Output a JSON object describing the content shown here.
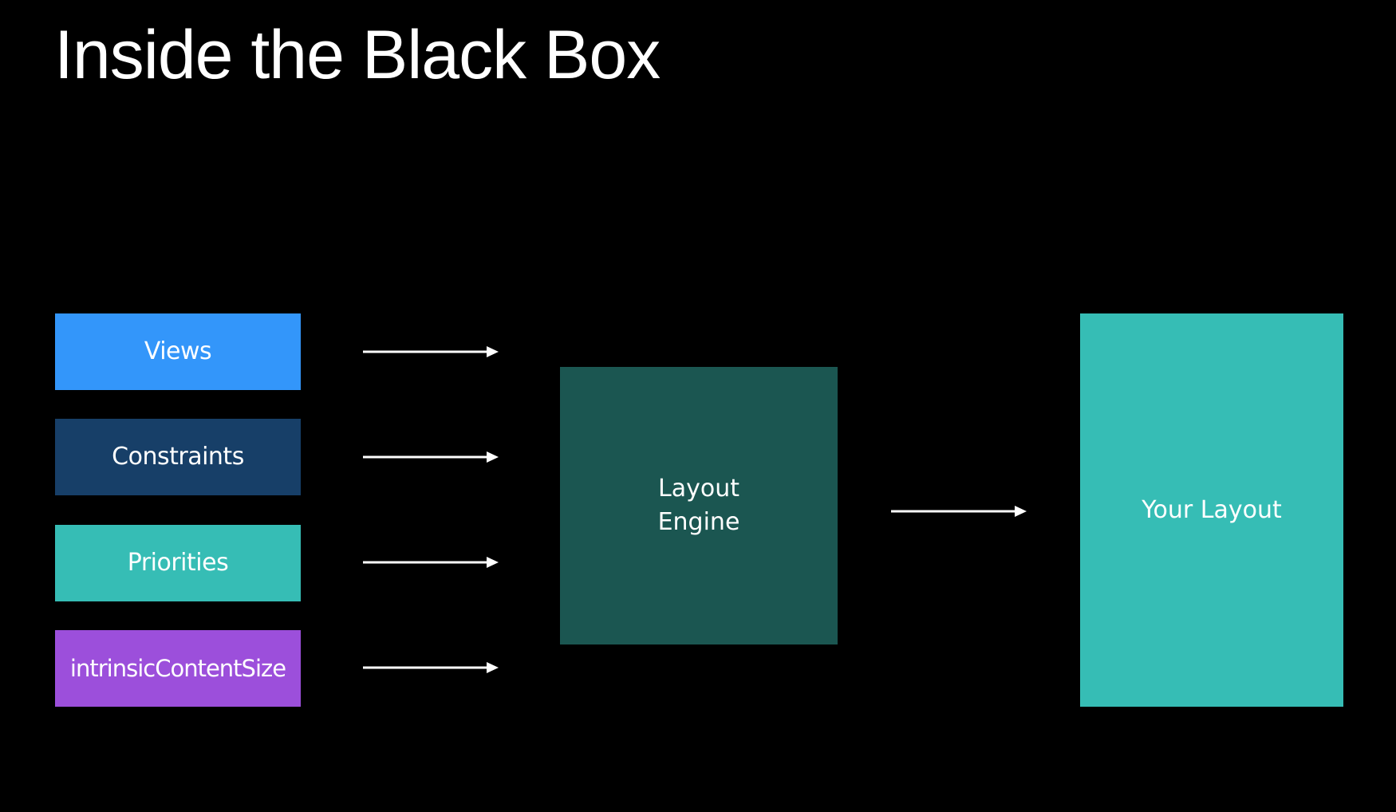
{
  "slide": {
    "title": "Inside the Black Box"
  },
  "inputs": [
    {
      "label": "Views",
      "color": "#3396FA"
    },
    {
      "label": "Constraints",
      "color": "#173F68"
    },
    {
      "label": "Priorities",
      "color": "#36BDB5"
    },
    {
      "label": "intrinsicContentSize",
      "color": "#9C4FDB"
    }
  ],
  "engine": {
    "line1": "Layout",
    "line2": "Engine",
    "color": "#1B5651"
  },
  "output": {
    "label": "Your Layout",
    "color": "#36BDB5"
  },
  "arrows": {
    "color": "#FFFFFF",
    "icon": "right-arrow-icon"
  }
}
